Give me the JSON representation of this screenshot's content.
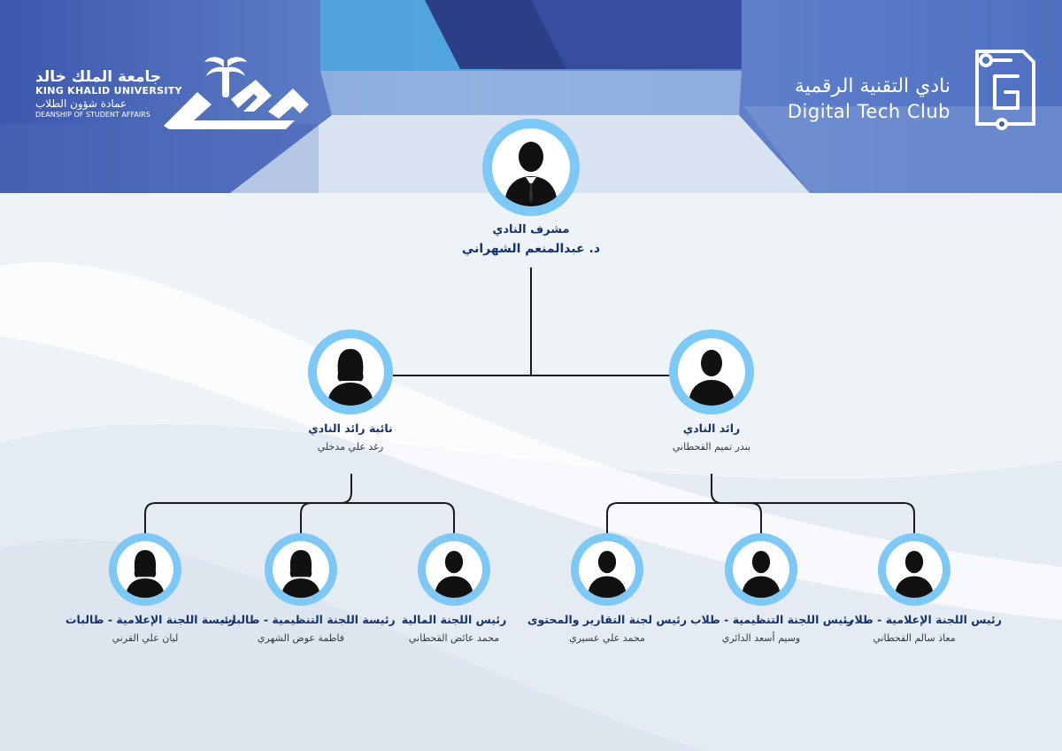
{
  "header": {
    "university_ar": "جامعة الملك خالد",
    "university_en": "KING KHALID UNIVERSITY",
    "deanship_ar": "عمادة شؤون الطلاب",
    "deanship_en": "DEANSHIP OF STUDENT AFFAIRS",
    "club_ar": "نادي التقنية الرقمية",
    "club_en": "Digital Tech Club",
    "logo_word_ar": "خالد"
  },
  "colors": {
    "header_blue": "#3f5fb3",
    "avatar_ring": "#7cc8f6",
    "role_text": "#17336b",
    "connector": "#1a1a1a"
  },
  "org": {
    "supervisor": {
      "role": "مشرف النادي",
      "name": "د. عبدالمنعم الشهراني",
      "avatar": "male-silhouette-suit"
    },
    "leaders": [
      {
        "role": "رائد النادي",
        "name": "بندر تميم القحطاني",
        "avatar": "male-silhouette"
      },
      {
        "role": "نائبة رائد النادي",
        "name": "رغد علي مدخلي",
        "avatar": "female-silhouette"
      }
    ],
    "committees": [
      {
        "role": "رئيس اللجنة الإعلامية - طلاب",
        "name": "معاذ سالم القحطاني",
        "avatar": "male-silhouette"
      },
      {
        "role": "رئيس اللجنة التنظيمية - طلاب",
        "name": "وسيم أسعد الدائري",
        "avatar": "male-silhouette"
      },
      {
        "role": "رئيس لجنة التقارير والمحتوى",
        "name": "محمد علي عسيري",
        "avatar": "male-silhouette"
      },
      {
        "role": "رئيس اللجنة المالية",
        "name": "محمد عائض القحطاني",
        "avatar": "male-silhouette"
      },
      {
        "role": "رئيسة اللجنة التنظيمية - طالبات",
        "name": "فاطمة عوض الشهري",
        "avatar": "female-silhouette"
      },
      {
        "role": "رئيسة اللجنة الإعلامية - طالبات",
        "name": "ليان علي القرني",
        "avatar": "female-silhouette"
      }
    ]
  }
}
